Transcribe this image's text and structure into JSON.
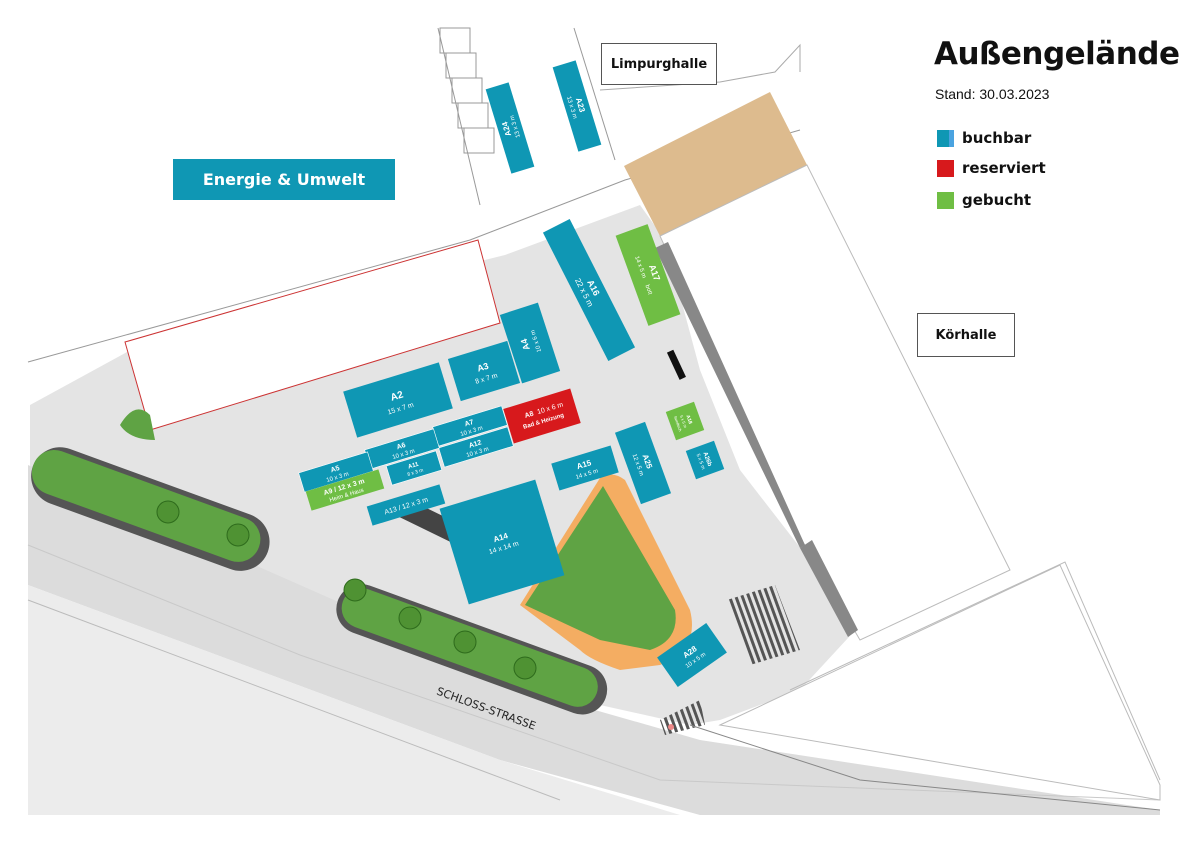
{
  "header": {
    "title": "Außengelände",
    "stand": "Stand: 30.03.2023"
  },
  "legend": [
    {
      "label": "buchbar",
      "color": "#0f97b4"
    },
    {
      "label": "reserviert",
      "color": "#d7191c"
    },
    {
      "label": "gebucht",
      "color": "#6fbe44"
    }
  ],
  "halls": {
    "limpurghalle": "Limpurghalle",
    "koerhalle": "Körhalle"
  },
  "zone": "Energie & Umwelt",
  "street": "SCHLOSS-STRASSE",
  "colors": {
    "buchbar": "#0f97b4",
    "reserviert": "#d7191c",
    "gebucht": "#6fbe44",
    "ground": "#e4e4e4",
    "lawn": "#5fa344",
    "sand": "#ddbb8e",
    "orange": "#f4ad62"
  },
  "stands": {
    "a2": {
      "id": "A2",
      "size": "15 x 7 m"
    },
    "a3": {
      "id": "A3",
      "size": "8 x 7 m"
    },
    "a4": {
      "id": "A4",
      "size": "10 x 6 m"
    },
    "a5": {
      "id": "A5",
      "size": "10 x 3 m"
    },
    "a6": {
      "id": "A6",
      "size": "10 x 3 m"
    },
    "a7": {
      "id": "A7",
      "size": "10 x 3 m"
    },
    "a8": {
      "id": "A8",
      "size": "10 x 6 m",
      "note": "Bad & Heizung"
    },
    "a9": {
      "id": "A9 / 12 x 3 m",
      "note": "Heim & Haus"
    },
    "a11": {
      "id": "A11",
      "size": "8 x 3 m"
    },
    "a12": {
      "id": "A12",
      "size": "10 x 3 m"
    },
    "a13": {
      "id": "A13 / 12 x 3 m"
    },
    "a14": {
      "id": "A14",
      "size": "14 x 14 m"
    },
    "a15": {
      "id": "A15",
      "size": "14 x 5 m"
    },
    "a16": {
      "id": "A16",
      "size": "22 x 5 m"
    },
    "a17": {
      "id": "A17",
      "size": "14 x 5 m",
      "note": "bott"
    },
    "a18": {
      "id": "A18",
      "size": "5 x 5 m",
      "note": "Swoltech"
    },
    "a23": {
      "id": "A23",
      "size": "13 x 3 m"
    },
    "a24": {
      "id": "A24",
      "size": "13 x 3 m"
    },
    "a25": {
      "id": "A25",
      "size": "12 x 5 m"
    },
    "a26": {
      "id": "A26b",
      "size": "5 x 5 m"
    },
    "a28": {
      "id": "A28",
      "size": "10 x 5 m"
    }
  }
}
